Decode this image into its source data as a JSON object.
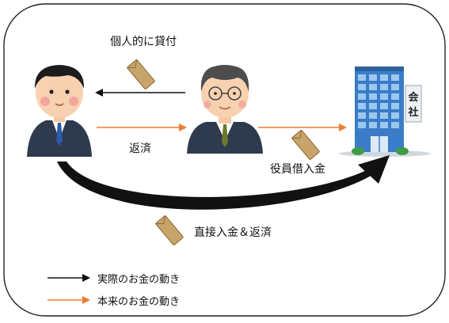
{
  "labels": {
    "personal_loan": "個人的に貸付",
    "repayment": "返済",
    "officer_borrowing": "役員借入金",
    "direct_deposit_repayment": "直接入金＆返済"
  },
  "building_sign": {
    "char1": "会",
    "char2": "社"
  },
  "legend": {
    "actual": "実際のお金の動き",
    "original": "本来のお金の動き"
  },
  "colors": {
    "black_arrow": "#111111",
    "orange_arrow": "#ed7d31",
    "envelope": "#c8a46a",
    "building": "#3a7cc8",
    "suit": "#2e3a4d"
  }
}
